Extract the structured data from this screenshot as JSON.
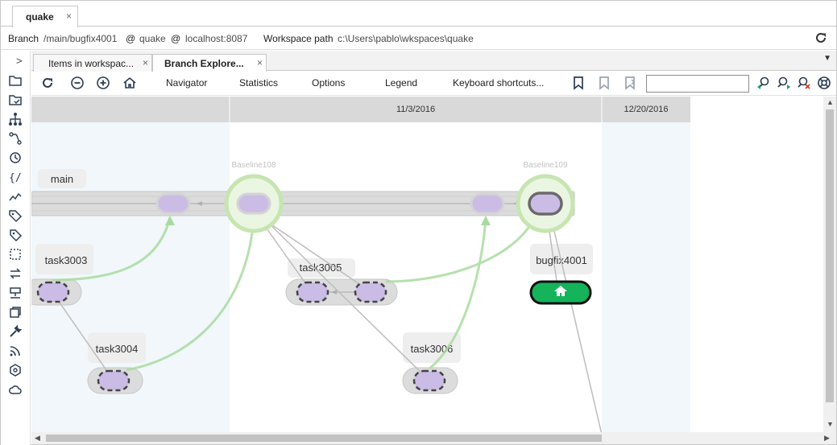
{
  "top_tab": {
    "label": "quake",
    "close": "×"
  },
  "infobar": {
    "branch_key": "Branch",
    "branch_val": "/main/bugfix4001",
    "at1": "@",
    "repo": "quake",
    "at2": "@",
    "server": "localhost:8087",
    "wk_key": "Workspace path",
    "wk_val": "c:\\Users\\pablo\\wkspaces\\quake"
  },
  "sidebar": {
    "expand": ">"
  },
  "inner_tabs": [
    {
      "label": "Items in workspac...",
      "close": "×"
    },
    {
      "label": "Branch Explore...",
      "close": "×"
    }
  ],
  "tab_menu": "▼",
  "toolbar": {
    "navigator": "Navigator",
    "statistics": "Statistics",
    "options": "Options",
    "legend": "Legend",
    "shortcuts": "Keyboard shortcuts...",
    "search_value": ""
  },
  "explorer": {
    "dates": [
      "11/3/2016",
      "12/20/2016"
    ],
    "baselines": [
      "Baseline108",
      "Baseline109"
    ],
    "branches": [
      "main",
      "task3003",
      "task3005",
      "bugfix4001",
      "task3004",
      "task3006"
    ],
    "colors": {
      "changeset_fill": "#cbbce6",
      "baseline_ring": "#c6e5b0",
      "merge_line": "#a9dba0",
      "home_green": "#15b35a",
      "header_gray": "#d9d9d9",
      "band_blue": "#f1f7fb"
    }
  }
}
